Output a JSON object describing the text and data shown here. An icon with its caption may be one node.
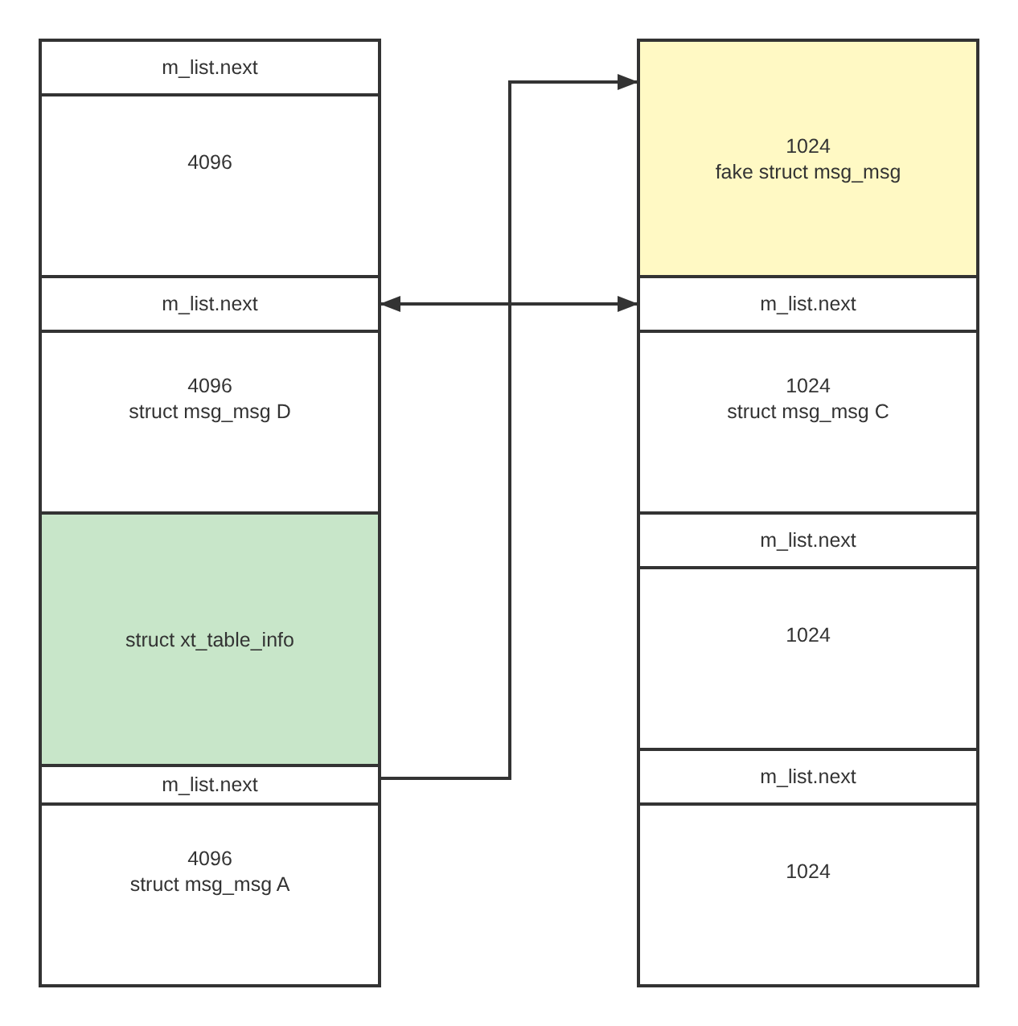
{
  "diagram": {
    "nodes": [
      {
        "text": [
          "m_list.next"
        ]
      },
      {
        "text": [
          "4096"
        ]
      },
      {
        "text": [
          "m_list.next"
        ]
      },
      {
        "text": [
          "4096",
          "struct msg_msg D"
        ]
      },
      {
        "text": [
          "struct xt_table_info"
        ]
      },
      {
        "text": [
          "m_list.next"
        ]
      },
      {
        "text": [
          "4096",
          "struct msg_msg A"
        ]
      },
      {
        "text": [
          "1024",
          "fake struct msg_msg"
        ]
      },
      {
        "text": [
          "m_list.next"
        ]
      },
      {
        "text": [
          "1024",
          "struct msg_msg C"
        ]
      },
      {
        "text": [
          "m_list.next"
        ]
      },
      {
        "text": [
          "1024"
        ]
      },
      {
        "text": [
          "m_list.next"
        ]
      },
      {
        "text": [
          "1024"
        ]
      }
    ],
    "edges": [
      {
        "from": 5,
        "to": 7,
        "arrow": "to"
      },
      {
        "from": 2,
        "to": 8,
        "arrow": "both"
      }
    ]
  }
}
